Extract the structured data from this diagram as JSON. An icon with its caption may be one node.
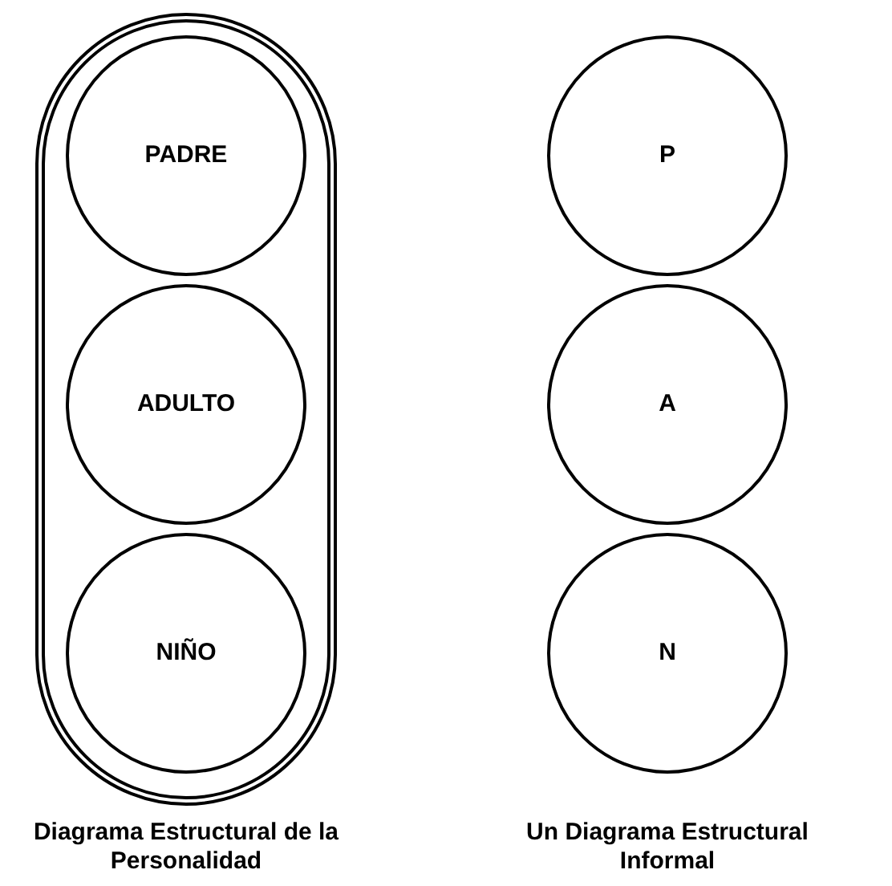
{
  "diagram": {
    "nodes": [
      {
        "text": [],
        "shape": "capsule"
      },
      {
        "text": [
          "PADRE"
        ],
        "in": 0
      },
      {
        "text": [
          "ADULTO"
        ],
        "in": 0
      },
      {
        "text": [
          "NIÑO"
        ],
        "in": 0
      },
      {
        "text": [
          "P"
        ]
      },
      {
        "text": [
          "A"
        ]
      },
      {
        "text": [
          "N"
        ]
      }
    ],
    "labels": [
      "Diagrama Estructural de la Personalidad",
      "Un Diagrama Estructural Informal"
    ]
  }
}
